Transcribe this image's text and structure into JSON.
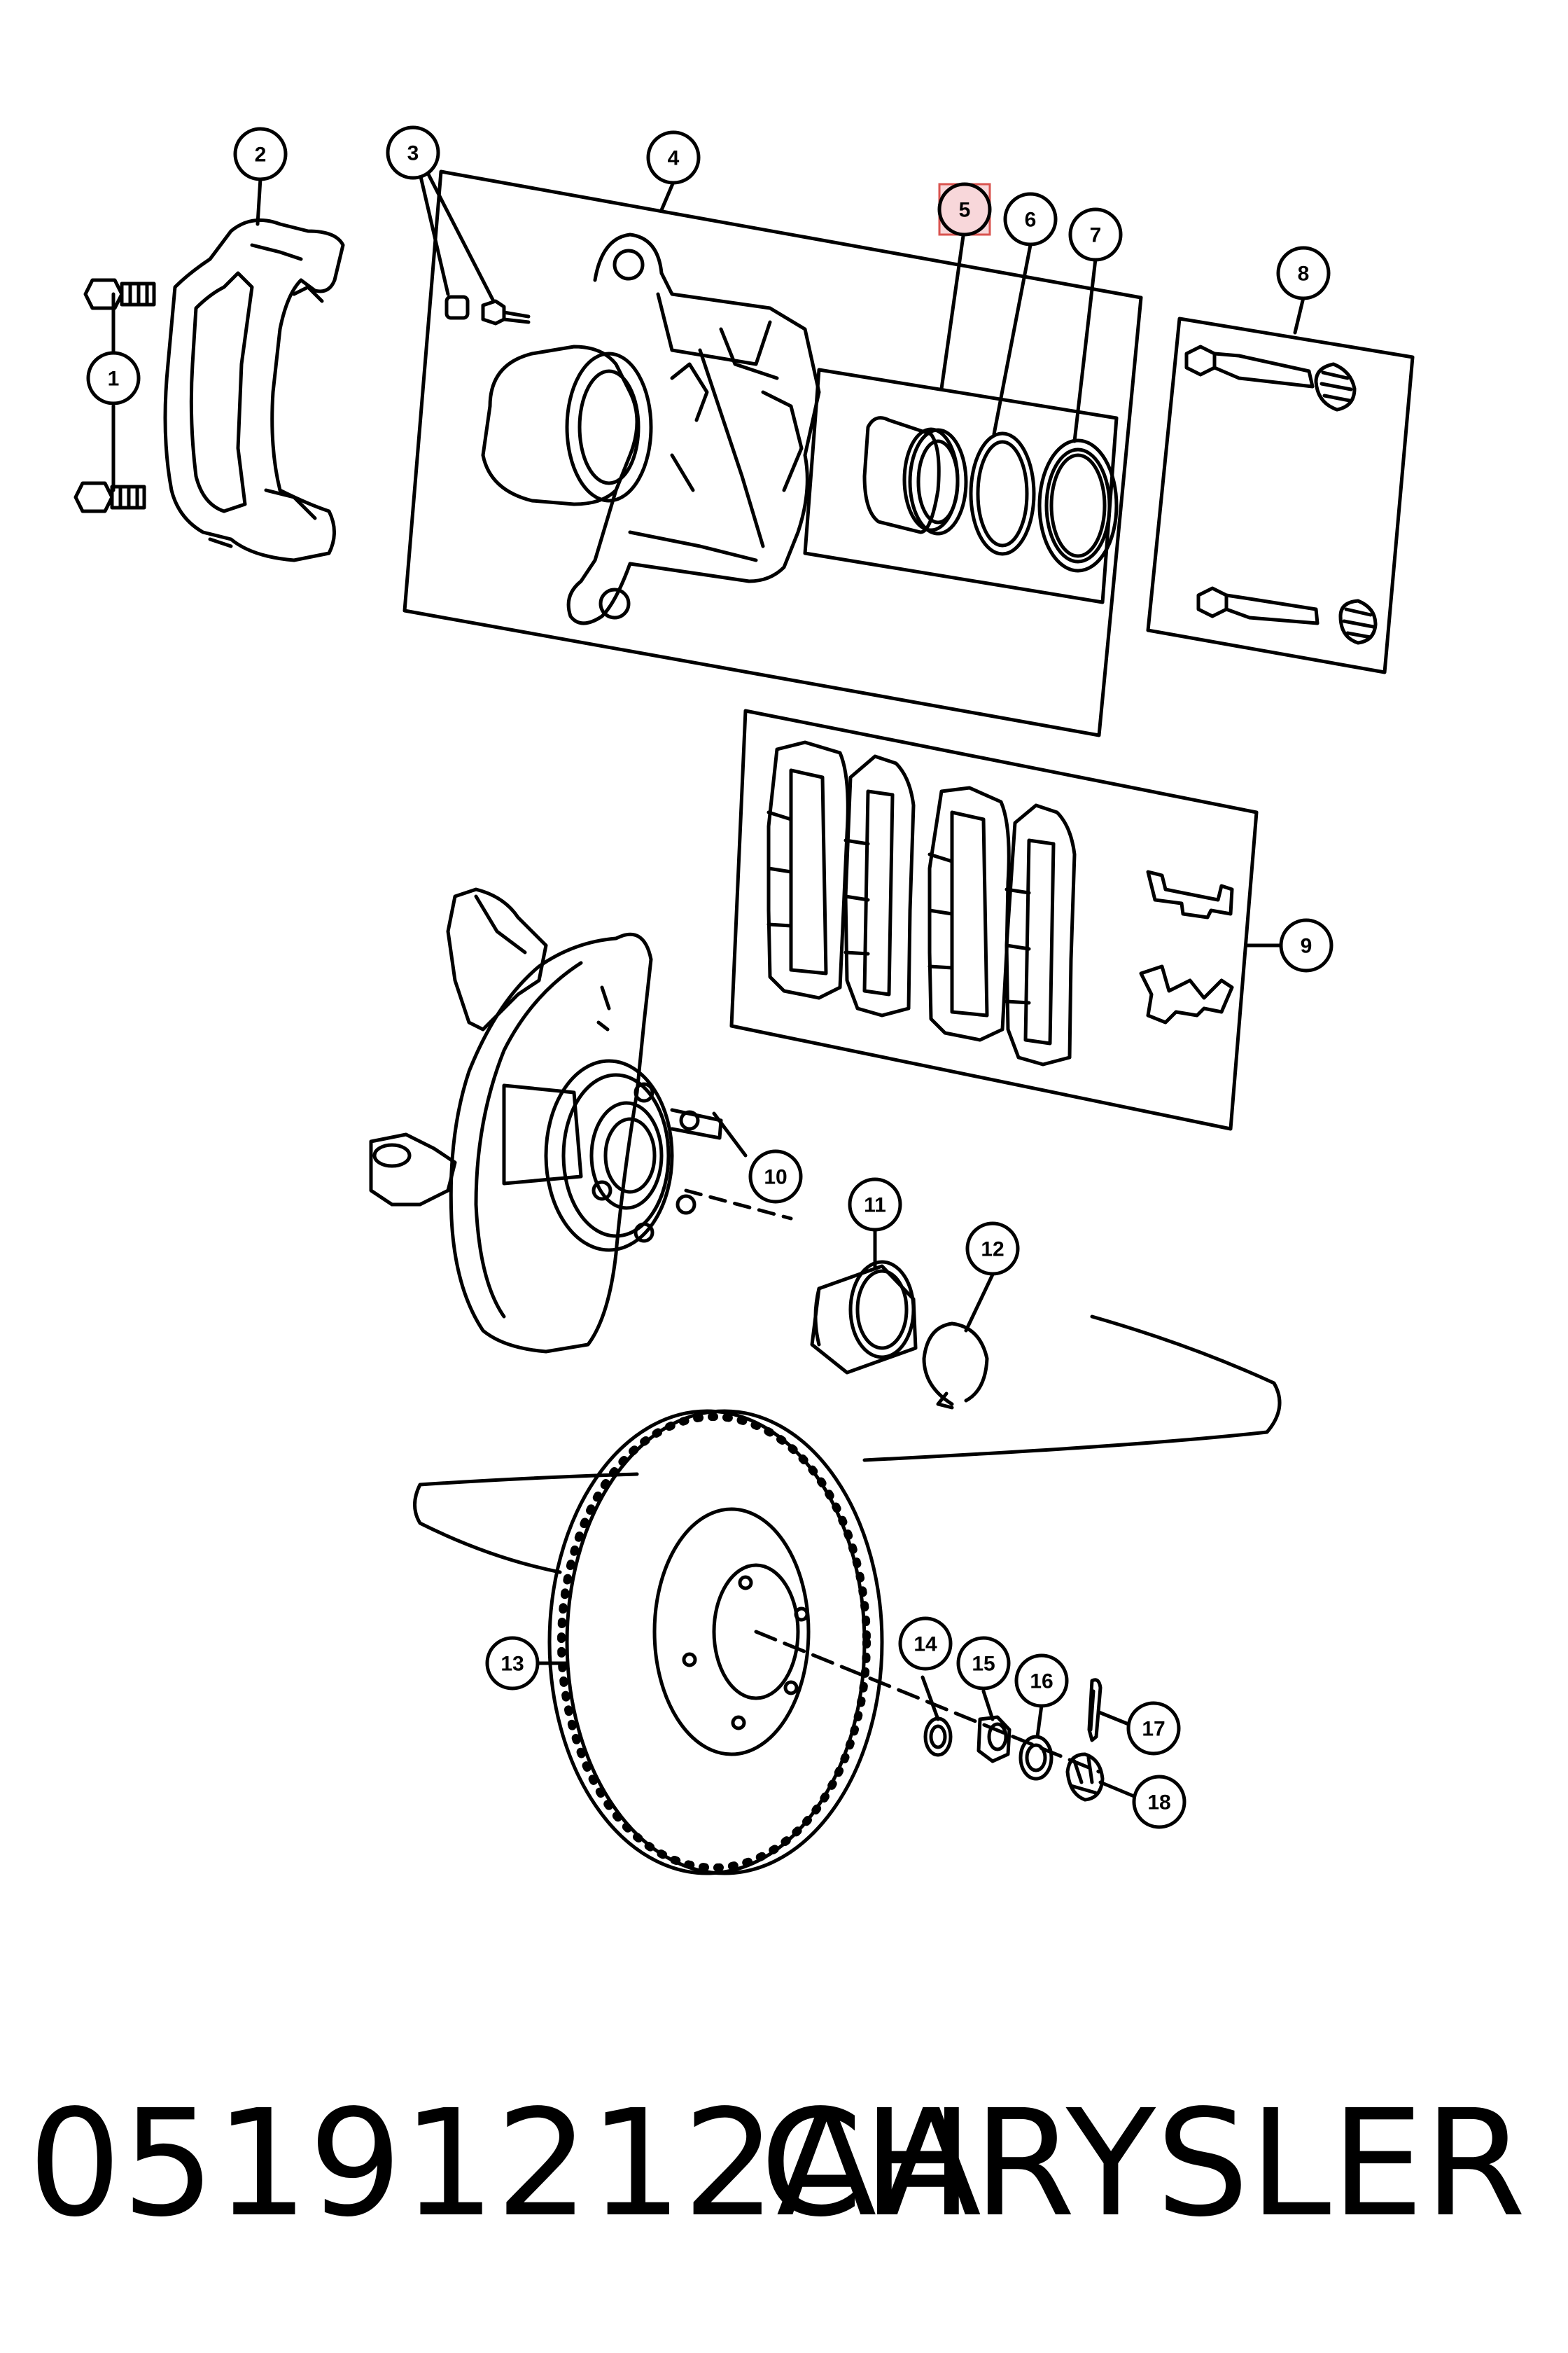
{
  "caption": {
    "part_number": "05191212AA",
    "brand": "CHRYSLER"
  },
  "callouts": {
    "c1": "1",
    "c2": "2",
    "c3": "3",
    "c4": "4",
    "c5": "5",
    "c6": "6",
    "c7": "7",
    "c8": "8",
    "c9": "9",
    "c10": "10",
    "c11": "11",
    "c12": "12",
    "c13": "13",
    "c14": "14",
    "c15": "15",
    "c16": "16",
    "c17": "17",
    "c18": "18"
  },
  "highlight": {
    "callout": "5",
    "color": "#d9534f"
  }
}
